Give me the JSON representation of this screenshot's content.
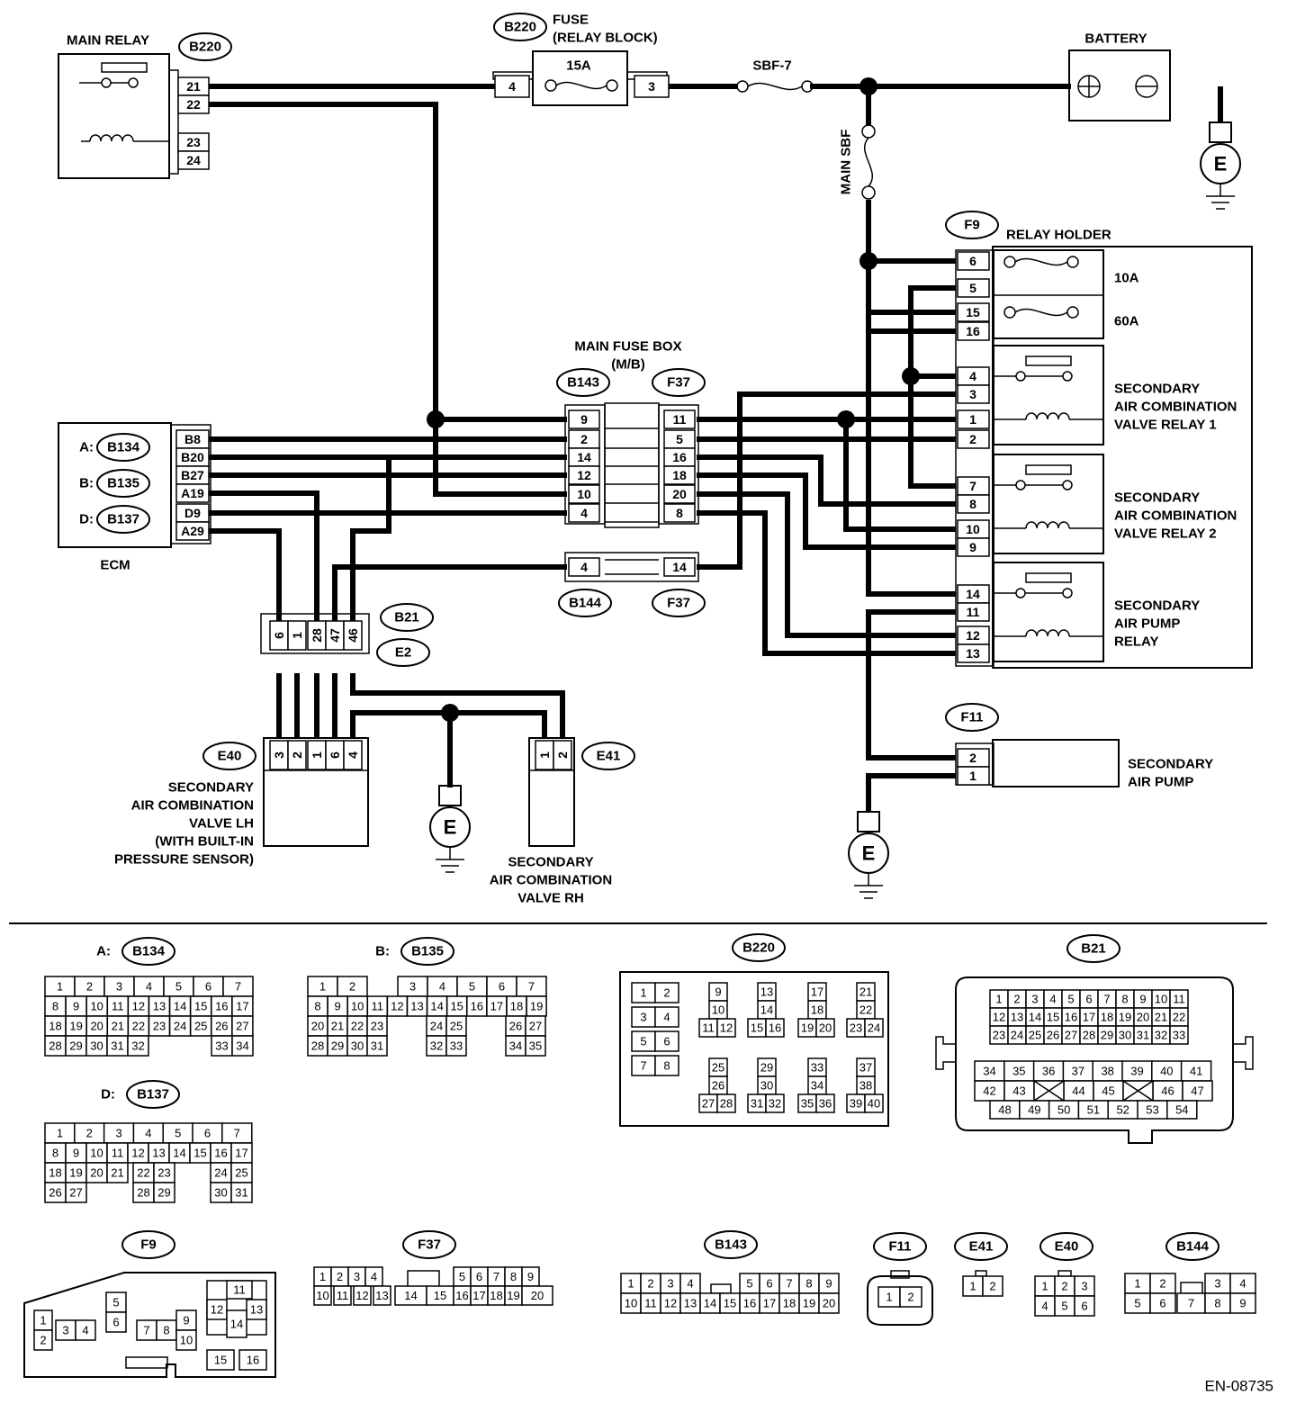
{
  "diagram": {
    "code": "EN-08735",
    "components": {
      "main_relay": {
        "name": "MAIN RELAY",
        "connector": "B220",
        "pins": [
          "21",
          "22",
          "23",
          "24"
        ]
      },
      "fuse": {
        "name_line1": "FUSE",
        "name_line2": "(RELAY BLOCK)",
        "connector": "B220",
        "rating": "15A",
        "pin_in": "4",
        "pin_out": "3"
      },
      "sbf": {
        "name": "SBF-7"
      },
      "main_sbf": {
        "name": "MAIN SBF"
      },
      "battery": {
        "name": "BATTERY"
      },
      "relay_holder": {
        "name": "RELAY HOLDER",
        "connector": "F9",
        "fuse_10a": "10A",
        "fuse_60a": "60A",
        "pins": [
          "6",
          "5",
          "15",
          "16",
          "4",
          "3",
          "1",
          "2",
          "7",
          "8",
          "10",
          "9",
          "14",
          "11",
          "12",
          "13"
        ],
        "relay1_lines": [
          "SECONDARY",
          "AIR COMBINATION",
          "VALVE RELAY 1"
        ],
        "relay2_lines": [
          "SECONDARY",
          "AIR COMBINATION",
          "VALVE RELAY 2"
        ],
        "relay3_lines": [
          "SECONDARY",
          "AIR PUMP",
          "RELAY"
        ]
      },
      "main_fuse_box": {
        "name": "MAIN FUSE BOX",
        "sub": "(M/B)",
        "left_connector": "B143",
        "right_connector": "F37",
        "left_pins": [
          "9",
          "2",
          "14",
          "12",
          "10",
          "4"
        ],
        "right_pins": [
          "11",
          "5",
          "16",
          "18",
          "20",
          "8"
        ],
        "joint_left_connector": "B144",
        "joint_right_connector": "F37",
        "joint_left_pin": "4",
        "joint_right_pin": "14"
      },
      "ecm": {
        "name": "ECM",
        "connectors": [
          {
            "prefix": "A:",
            "id": "B134"
          },
          {
            "prefix": "B:",
            "id": "B135"
          },
          {
            "prefix": "D:",
            "id": "B137"
          }
        ],
        "pins": [
          "B8",
          "B20",
          "B27",
          "A19",
          "D9",
          "A29"
        ]
      },
      "joint_b21": {
        "connector_top": "B21",
        "connector_bottom": "E2",
        "pins": [
          "6",
          "1",
          "28",
          "47",
          "46"
        ]
      },
      "valve_lh": {
        "connector": "E40",
        "pins": [
          "3",
          "2",
          "1",
          "6",
          "4"
        ],
        "lines": [
          "SECONDARY",
          "AIR COMBINATION",
          "VALVE LH",
          "(WITH BUILT-IN",
          "PRESSURE SENSOR)"
        ]
      },
      "valve_rh": {
        "connector": "E41",
        "pins": [
          "1",
          "2"
        ],
        "lines": [
          "SECONDARY",
          "AIR COMBINATION",
          "VALVE RH"
        ]
      },
      "air_pump": {
        "connector": "F11",
        "pins": [
          "2",
          "1"
        ],
        "lines": [
          "SECONDARY",
          "AIR PUMP"
        ]
      },
      "ground": {
        "symbol": "E"
      }
    }
  },
  "connector_views": [
    {
      "id": "b134",
      "prefix": "A:",
      "name": "B134",
      "rows": [
        [
          "1",
          "2",
          "3",
          "4",
          "5",
          "6",
          "7"
        ],
        [
          "8",
          "9",
          "10",
          "11",
          "12",
          "13",
          "14",
          "15",
          "16",
          "17"
        ],
        [
          "18",
          "19",
          "20",
          "21",
          "22",
          "23",
          "24",
          "25",
          "26",
          "27"
        ],
        [
          "28",
          "29",
          "30",
          "31",
          "32",
          "33",
          "34"
        ]
      ]
    },
    {
      "id": "b135",
      "prefix": "B:",
      "name": "B135",
      "rows": [
        [
          "1",
          "2",
          "3",
          "4",
          "5",
          "6",
          "7"
        ],
        [
          "8",
          "9",
          "10",
          "11",
          "12",
          "13",
          "14",
          "15",
          "16",
          "17",
          "18",
          "19"
        ],
        [
          "20",
          "21",
          "22",
          "23",
          "24",
          "25",
          "26",
          "27"
        ],
        [
          "28",
          "29",
          "30",
          "31",
          "32",
          "33",
          "34",
          "35"
        ]
      ]
    },
    {
      "id": "b137",
      "prefix": "D:",
      "name": "B137",
      "rows": [
        [
          "1",
          "2",
          "3",
          "4",
          "5",
          "6",
          "7"
        ],
        [
          "8",
          "9",
          "10",
          "11",
          "12",
          "13",
          "14",
          "15",
          "16",
          "17"
        ],
        [
          "18",
          "19",
          "20",
          "21",
          "22",
          "23",
          "24",
          "25"
        ],
        [
          "26",
          "27",
          "28",
          "29",
          "30",
          "31"
        ]
      ]
    },
    {
      "id": "b220",
      "prefix": "",
      "name": "B220",
      "rows": [
        [
          "1",
          "2",
          "3",
          "4",
          "5",
          "6",
          "7",
          "8"
        ],
        [
          "9",
          "10",
          "11",
          "12",
          "13",
          "14",
          "15",
          "16",
          "17",
          "18",
          "19",
          "20",
          "21",
          "22",
          "23",
          "24"
        ],
        [
          "25",
          "26",
          "27",
          "28",
          "29",
          "30",
          "31",
          "32",
          "33",
          "34",
          "35",
          "36",
          "37",
          "38",
          "39",
          "40"
        ]
      ]
    },
    {
      "id": "b21",
      "prefix": "",
      "name": "B21",
      "rows": [
        [
          "1",
          "2",
          "3",
          "4",
          "5",
          "6",
          "7",
          "8",
          "9",
          "10",
          "11"
        ],
        [
          "12",
          "13",
          "14",
          "15",
          "16",
          "17",
          "18",
          "19",
          "20",
          "21",
          "22"
        ],
        [
          "23",
          "24",
          "25",
          "26",
          "27",
          "28",
          "29",
          "30",
          "31",
          "32",
          "33"
        ],
        [
          "34",
          "35",
          "36",
          "37",
          "38",
          "39",
          "40",
          "41"
        ],
        [
          "42",
          "43",
          "44",
          "45",
          "46",
          "47"
        ],
        [
          "48",
          "49",
          "50",
          "51",
          "52",
          "53",
          "54"
        ]
      ]
    },
    {
      "id": "f9",
      "prefix": "",
      "name": "F9",
      "rows": [
        [
          "1",
          "2",
          "3",
          "4",
          "5",
          "6",
          "7",
          "8",
          "9",
          "10"
        ],
        [
          "11",
          "12",
          "13",
          "14",
          "15",
          "16"
        ]
      ]
    },
    {
      "id": "f37",
      "prefix": "",
      "name": "F37",
      "rows": [
        [
          "1",
          "2",
          "3",
          "4",
          "5",
          "6",
          "7",
          "8",
          "9"
        ],
        [
          "10",
          "11",
          "12",
          "13",
          "14",
          "15",
          "16",
          "17",
          "18",
          "19",
          "20"
        ]
      ]
    },
    {
      "id": "b143",
      "prefix": "",
      "name": "B143",
      "rows": [
        [
          "1",
          "2",
          "3",
          "4",
          "5",
          "6",
          "7",
          "8",
          "9"
        ],
        [
          "10",
          "11",
          "12",
          "13",
          "14",
          "15",
          "16",
          "17",
          "18",
          "19",
          "20"
        ]
      ]
    },
    {
      "id": "f11",
      "prefix": "",
      "name": "F11",
      "rows": [
        [
          "1",
          "2"
        ]
      ]
    },
    {
      "id": "e41",
      "prefix": "",
      "name": "E41",
      "rows": [
        [
          "1",
          "2"
        ]
      ]
    },
    {
      "id": "e40",
      "prefix": "",
      "name": "E40",
      "rows": [
        [
          "1",
          "2",
          "3"
        ],
        [
          "4",
          "5",
          "6"
        ]
      ]
    },
    {
      "id": "b144",
      "prefix": "",
      "name": "B144",
      "rows": [
        [
          "1",
          "2",
          "3",
          "4"
        ],
        [
          "5",
          "6",
          "7",
          "8",
          "9"
        ]
      ]
    }
  ]
}
